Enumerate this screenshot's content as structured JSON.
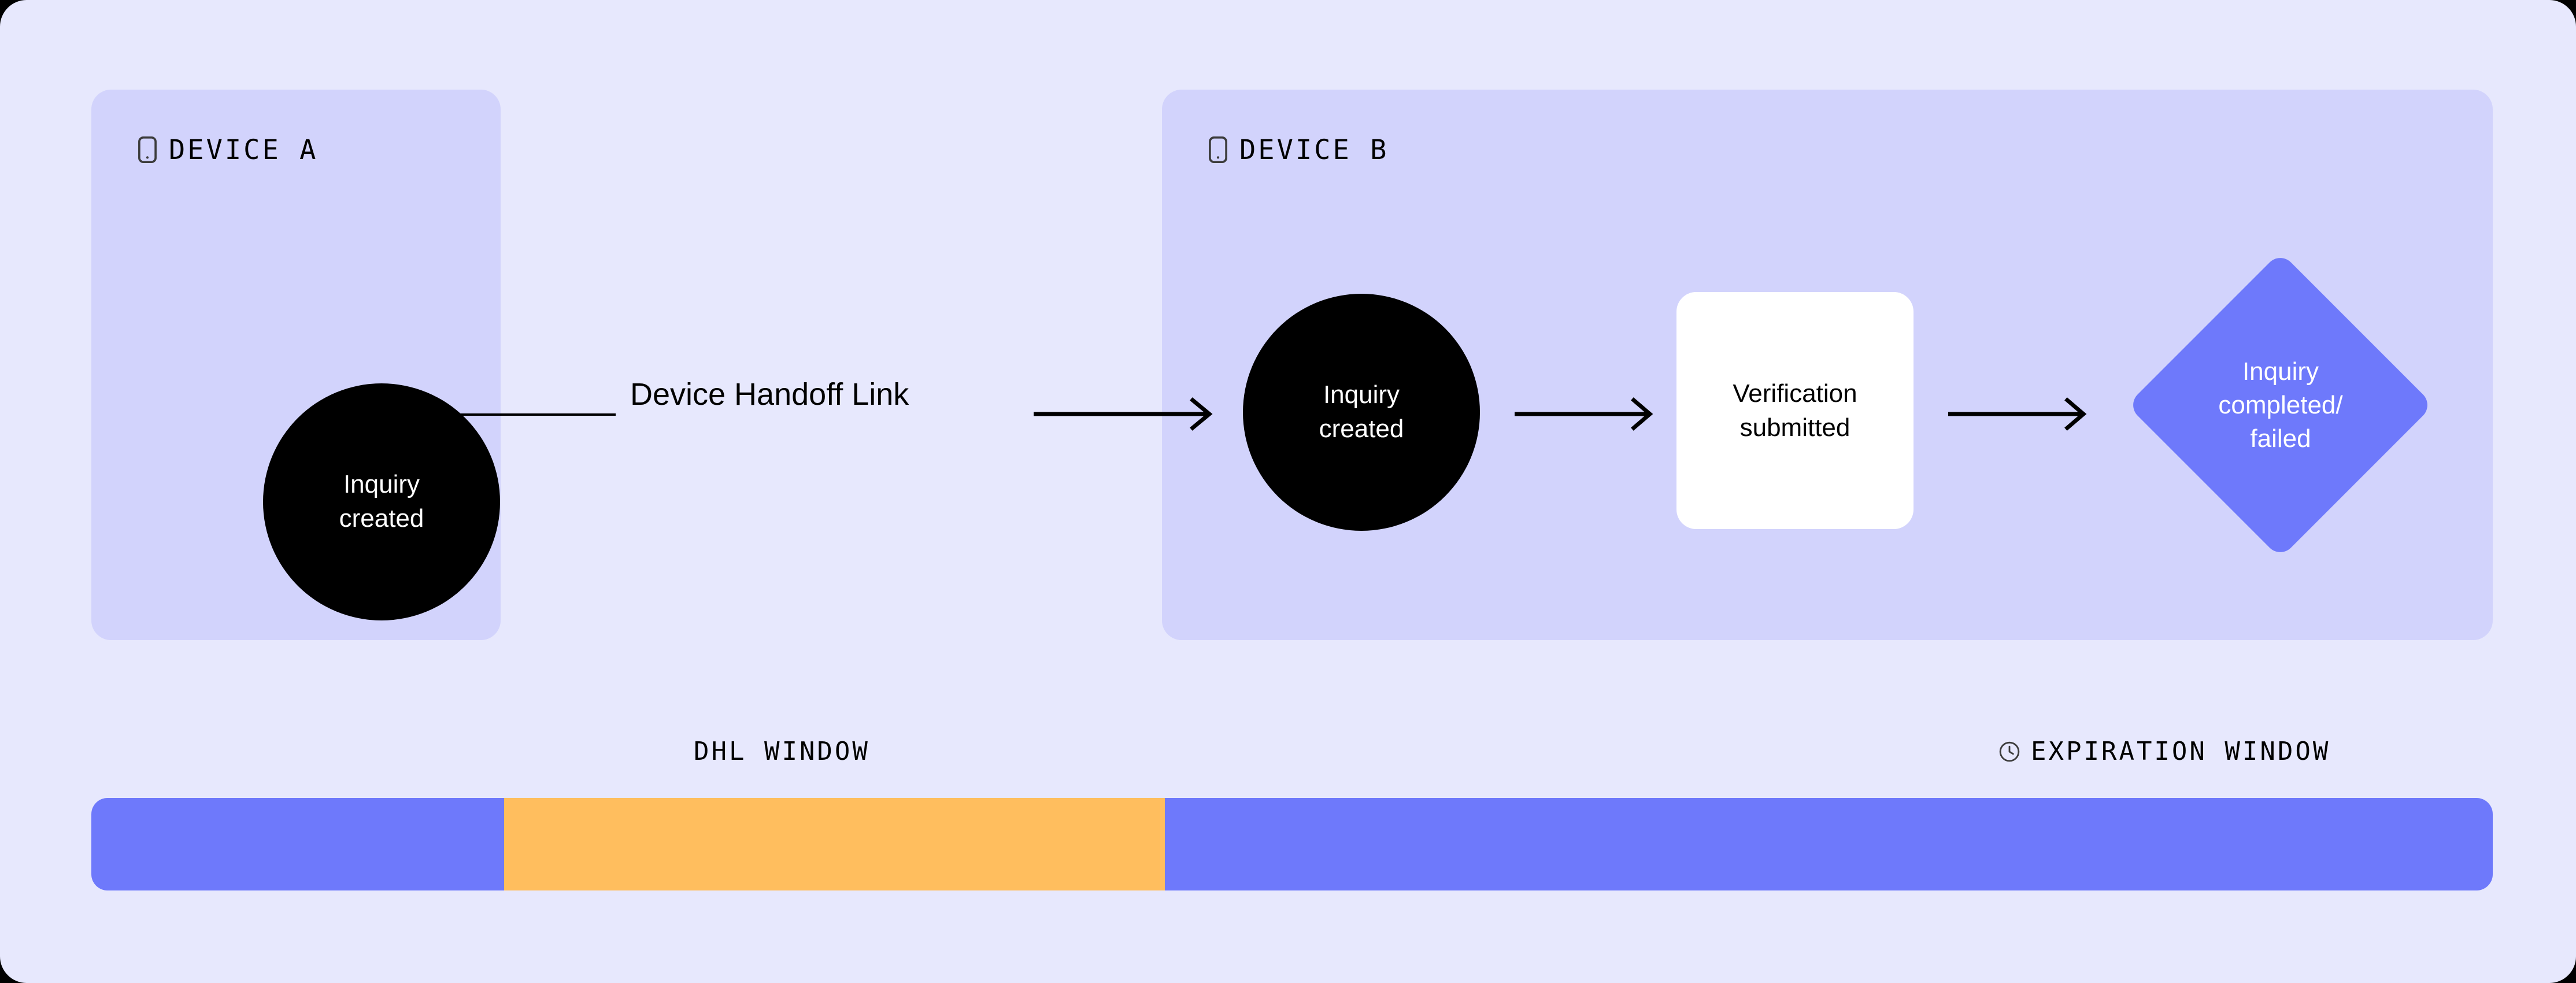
{
  "colors": {
    "page_background": "#E7E8FD",
    "panel_fill": "#D2D3FC",
    "accent_purple": "#6E79FB",
    "accent_orange": "#FFBE5E",
    "node_dark": "#000000",
    "node_light": "#FFFFFF"
  },
  "devices": [
    {
      "id": "device-a",
      "icon": "phone-icon",
      "label": "DEVICE A",
      "nodes": [
        {
          "id": "inquiry-created-a",
          "shape": "circle",
          "label": "Inquiry\ncreated"
        }
      ]
    },
    {
      "id": "device-b",
      "icon": "phone-icon",
      "label": "DEVICE B",
      "nodes": [
        {
          "id": "inquiry-created-b",
          "shape": "circle",
          "label": "Inquiry\ncreated"
        },
        {
          "id": "verification-submitted",
          "shape": "rounded-rect",
          "label": "Verification\nsubmitted"
        },
        {
          "id": "inquiry-completed-failed",
          "shape": "diamond",
          "label": "Inquiry\ncompleted/\nfailed"
        }
      ]
    }
  ],
  "connectors": {
    "handoff_label": "Device Handoff Link"
  },
  "timeline": {
    "labels": [
      {
        "id": "dhl-window",
        "text": "DHL WINDOW",
        "icon": null
      },
      {
        "id": "expiration-window",
        "text": "EXPIRATION WINDOW",
        "icon": "clock-icon"
      }
    ],
    "segments": [
      {
        "id": "segment-pre-dhl",
        "color": "#6E79FB",
        "width_pct": 17.2
      },
      {
        "id": "segment-dhl-window",
        "color": "#FFBE5E",
        "width_pct": 27.5
      },
      {
        "id": "segment-expiration-window",
        "color": "#6E79FB",
        "width_pct": 55.3
      }
    ]
  }
}
